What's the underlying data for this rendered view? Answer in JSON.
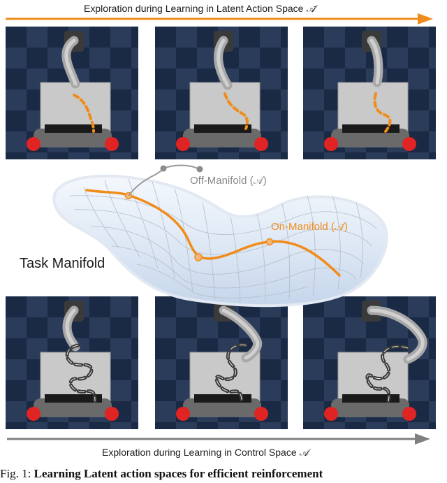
{
  "top_arrow": {
    "label": "Exploration during Learning in Latent Action Space",
    "symbol": "𝒜̄",
    "color": "#f08c1a"
  },
  "bottom_arrow": {
    "label": "Exploration during Learning in Control Space",
    "symbol": "𝒜",
    "color": "#808080"
  },
  "manifold": {
    "title": "Task Manifold",
    "off_label": "Off-Manifold (𝒜)",
    "on_label": "On-Manifold (𝒜̄)",
    "on_color": "#f08c1a",
    "off_color": "#999999"
  },
  "caption": {
    "prefix": "Fig. 1:",
    "bold": "Learning Latent action spaces for efficient reinforcement"
  }
}
